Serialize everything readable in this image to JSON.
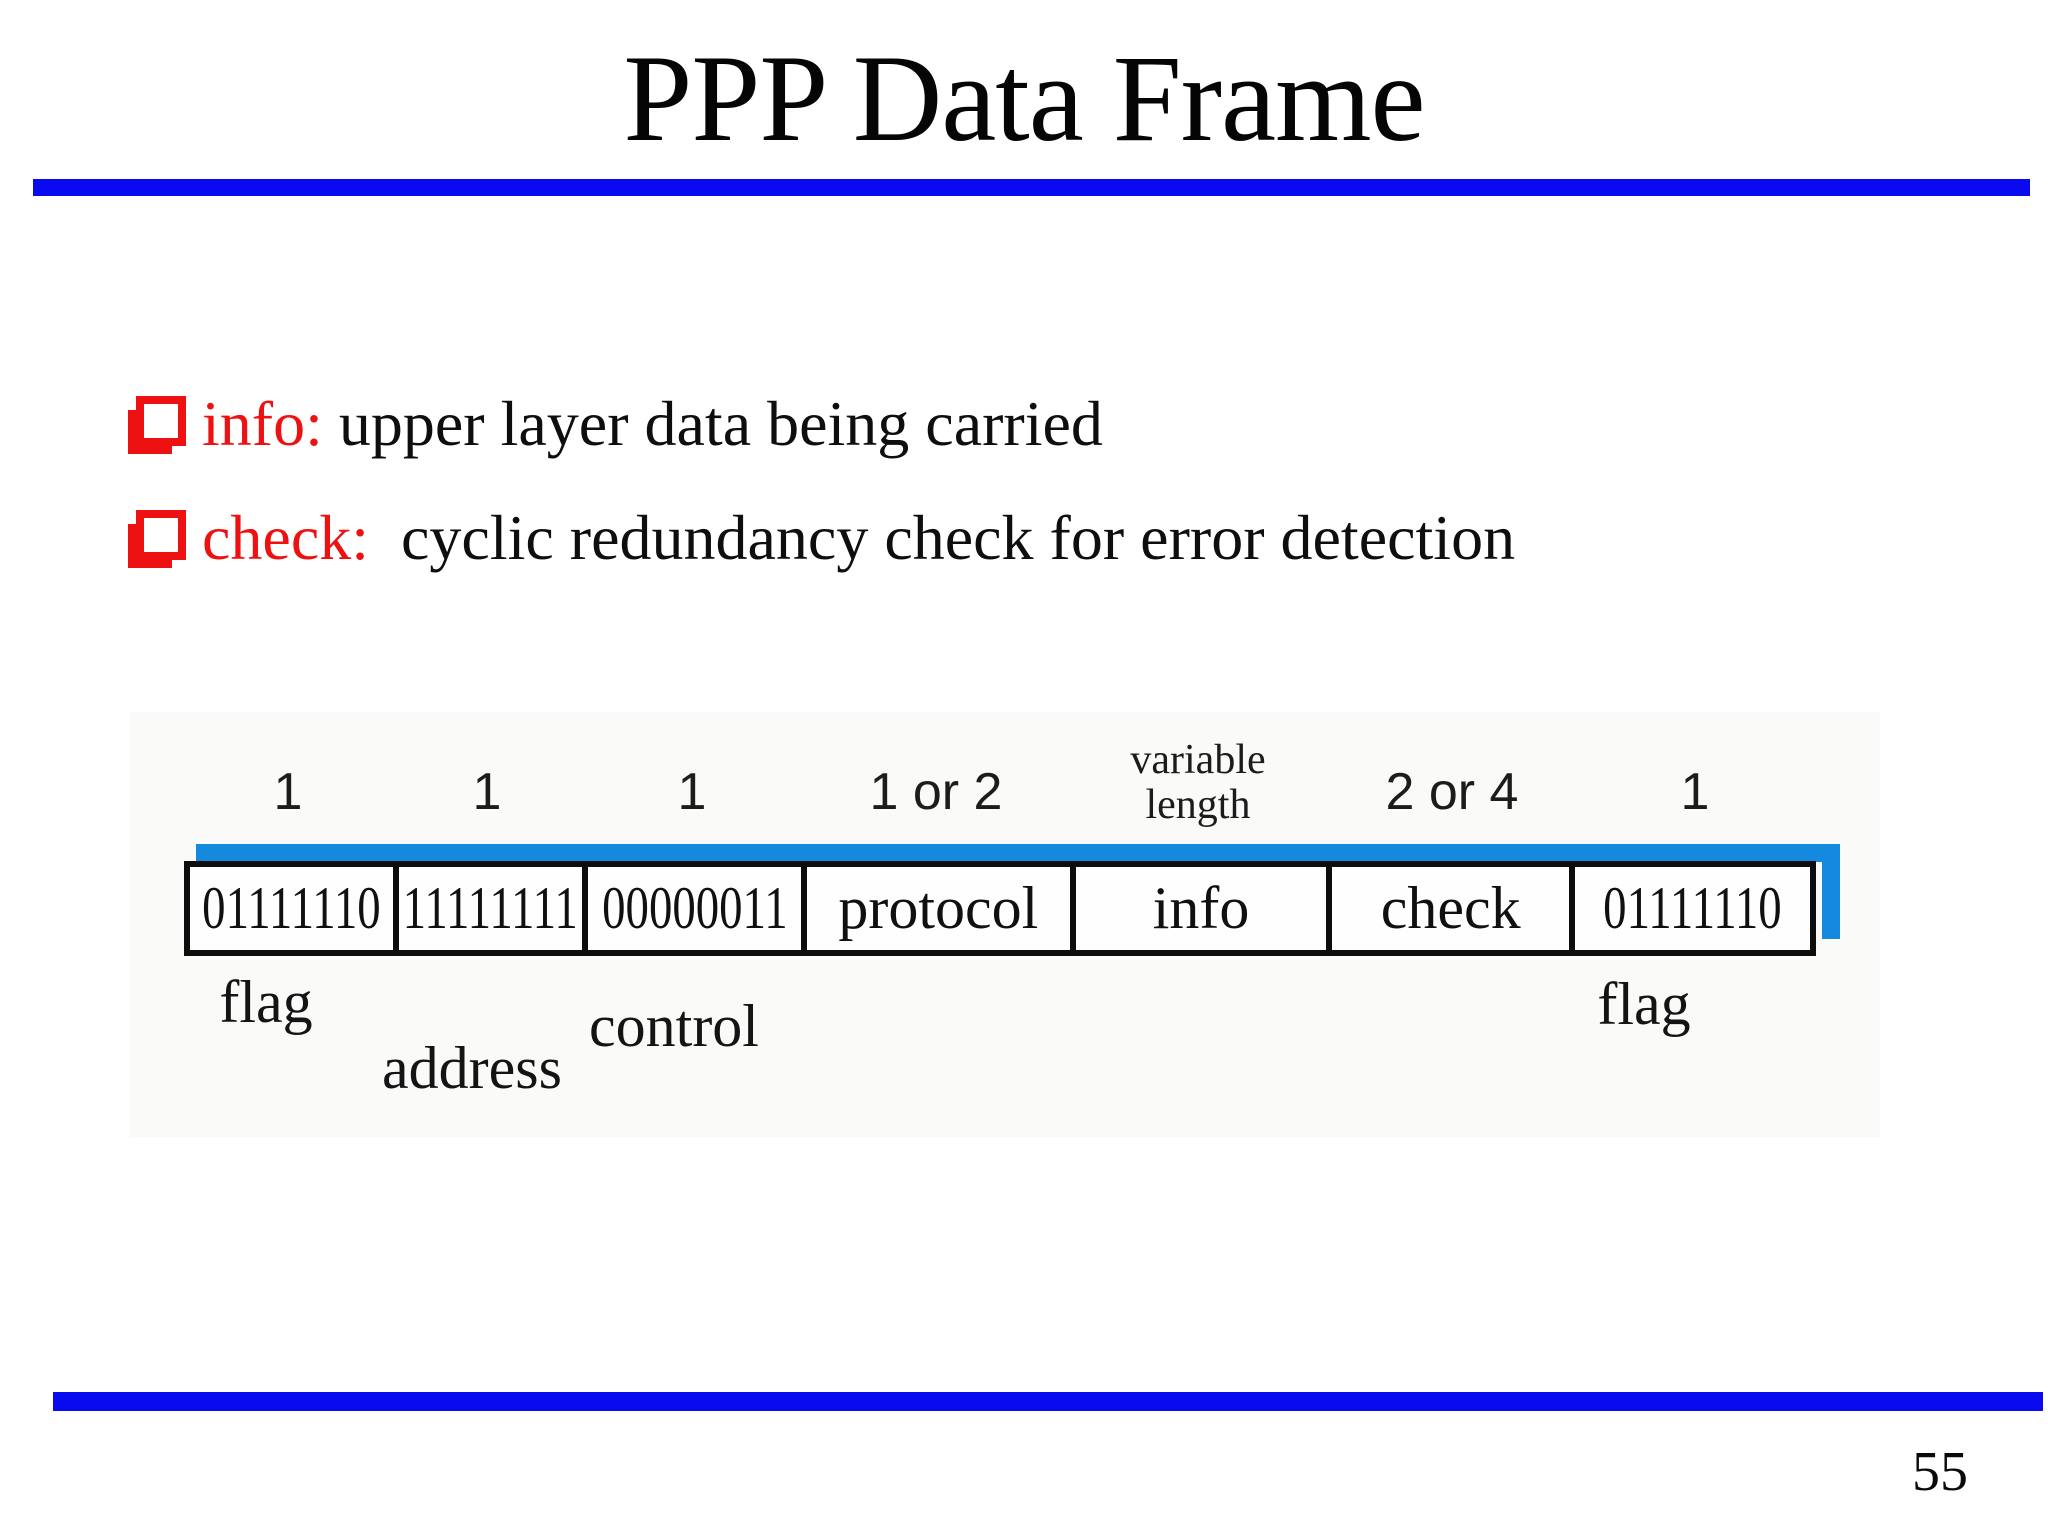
{
  "title": "PPP Data Frame",
  "bullets": [
    {
      "term": "info:",
      "rest": " upper layer data being carried"
    },
    {
      "term": "check:",
      "rest": "  cyclic redundancy check for error detection"
    }
  ],
  "diagram": {
    "size_labels": [
      "1",
      "1",
      "1",
      "1 or 2",
      "variable length",
      "2 or 4",
      "1"
    ],
    "fields": [
      {
        "content": "01111110"
      },
      {
        "content": "11111111"
      },
      {
        "content": "00000011"
      },
      {
        "content": "protocol"
      },
      {
        "content": "info"
      },
      {
        "content": "check"
      },
      {
        "content": "01111110"
      }
    ],
    "field_labels": [
      "flag",
      "address",
      "control",
      "flag"
    ],
    "colors": {
      "rule_blue": "#0a0af0",
      "frame_bar_blue": "#1489dd",
      "bullet_red": "#ee1111"
    }
  },
  "page_number": "55"
}
